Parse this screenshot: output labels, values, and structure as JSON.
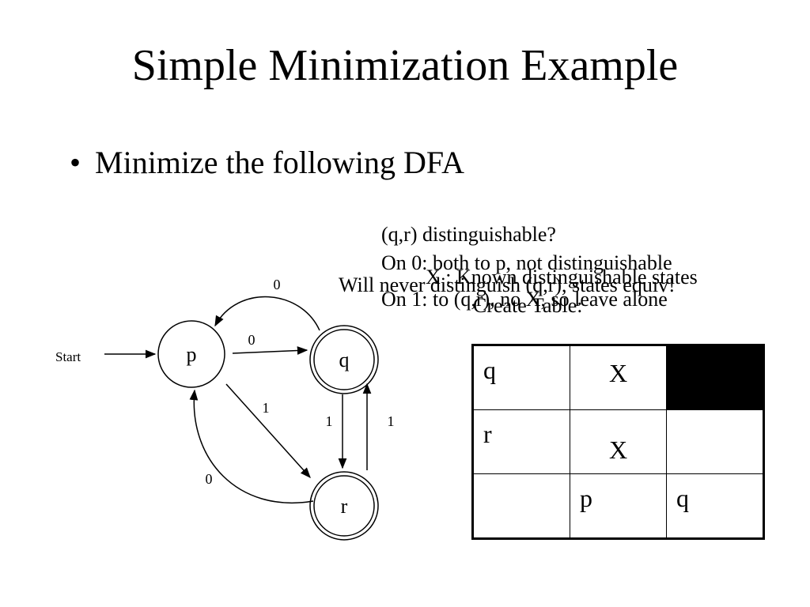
{
  "title": "Simple Minimization Example",
  "bullet": "Minimize the following DFA",
  "notes": {
    "line1": "(q,r) distinguishable?",
    "line2": "On 0: both to p, not distinguishable",
    "line3": "X : Known distinguishable states",
    "line4": "Will never distinguish (q,r), states equiv!",
    "line5": "On 1: to (q,r), no X, so leave alone",
    "line6": "Create Table:"
  },
  "dfa": {
    "start_label": "Start",
    "states": [
      {
        "id": "p",
        "label": "p",
        "accepting": false
      },
      {
        "id": "q",
        "label": "q",
        "accepting": true
      },
      {
        "id": "r",
        "label": "r",
        "accepting": true
      }
    ],
    "transitions": [
      {
        "from": "p",
        "to": "q",
        "label": "0"
      },
      {
        "from": "q",
        "to": "p",
        "label": "0"
      },
      {
        "from": "p",
        "to": "r",
        "label": "1"
      },
      {
        "from": "q",
        "to": "r",
        "label": "1"
      },
      {
        "from": "r",
        "to": "q",
        "label": "1"
      },
      {
        "from": "r",
        "to": "p",
        "label": "0"
      }
    ]
  },
  "table": {
    "rows": [
      {
        "header": "q",
        "cells": [
          "X",
          ""
        ]
      },
      {
        "header": "r",
        "cells": [
          "X",
          ""
        ]
      }
    ],
    "footer": [
      "",
      "p",
      "q"
    ]
  }
}
